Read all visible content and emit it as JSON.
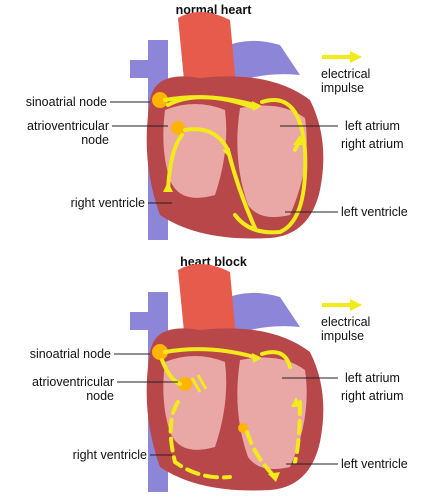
{
  "panels": [
    {
      "title": "normal heart",
      "legend": "electrical\nimpulse",
      "labels": {
        "sa": "sinoatrial node",
        "av": "atrioventricular\nnode",
        "la": "left atrium",
        "ra": "right atrium",
        "rv": "right ventricle",
        "lv": "left ventricle"
      }
    },
    {
      "title": "heart block",
      "legend": "electrical\nimpulse",
      "labels": {
        "sa": "sinoatrial node",
        "av": "atrioventricular\nnode",
        "la": "left atrium",
        "ra": "right atrium",
        "rv": "right ventricle",
        "lv": "left ventricle"
      }
    }
  ],
  "colors": {
    "arrow": "#f2ea1a",
    "vein": "#8d86d8",
    "aorta": "#e75b4c",
    "muscle": "#b8474a",
    "chamber": "#e9a7a6",
    "node": "#ffb400"
  }
}
